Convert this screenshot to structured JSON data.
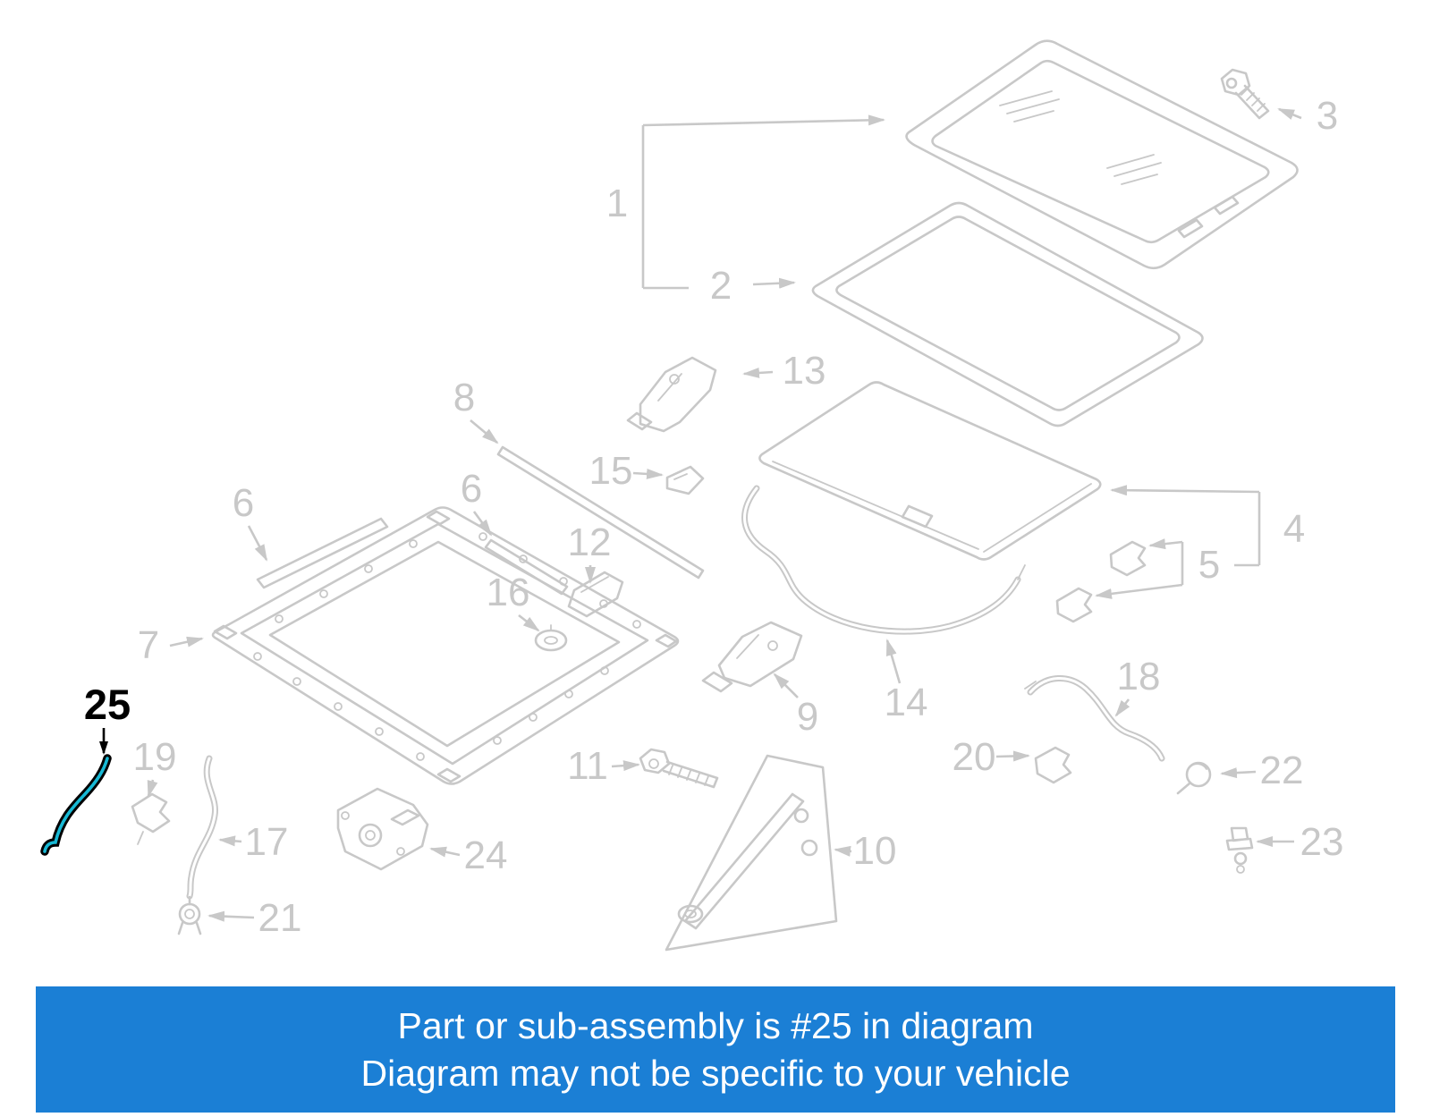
{
  "banner": {
    "line1": "Part or sub-assembly is #25 in diagram",
    "line2": "Diagram may not be specific to your vehicle",
    "bg_color": "#1b7fd5",
    "text_color": "#ffffff"
  },
  "highlight": {
    "part_number": "25",
    "color": "#18b8d4",
    "outline_color": "#000000"
  },
  "diagram": {
    "line_color": "#c8c8c8",
    "labels": [
      {
        "id": "1",
        "text": "1"
      },
      {
        "id": "2",
        "text": "2"
      },
      {
        "id": "3",
        "text": "3"
      },
      {
        "id": "4",
        "text": "4"
      },
      {
        "id": "5",
        "text": "5"
      },
      {
        "id": "6a",
        "text": "6"
      },
      {
        "id": "6b",
        "text": "6"
      },
      {
        "id": "7",
        "text": "7"
      },
      {
        "id": "8",
        "text": "8"
      },
      {
        "id": "9",
        "text": "9"
      },
      {
        "id": "10",
        "text": "10"
      },
      {
        "id": "11",
        "text": "11"
      },
      {
        "id": "12",
        "text": "12"
      },
      {
        "id": "13",
        "text": "13"
      },
      {
        "id": "14",
        "text": "14"
      },
      {
        "id": "15",
        "text": "15"
      },
      {
        "id": "16",
        "text": "16"
      },
      {
        "id": "17",
        "text": "17"
      },
      {
        "id": "18",
        "text": "18"
      },
      {
        "id": "19",
        "text": "19"
      },
      {
        "id": "20",
        "text": "20"
      },
      {
        "id": "21",
        "text": "21"
      },
      {
        "id": "22",
        "text": "22"
      },
      {
        "id": "23",
        "text": "23"
      },
      {
        "id": "24",
        "text": "24"
      },
      {
        "id": "25",
        "text": "25",
        "highlighted": true
      }
    ]
  }
}
